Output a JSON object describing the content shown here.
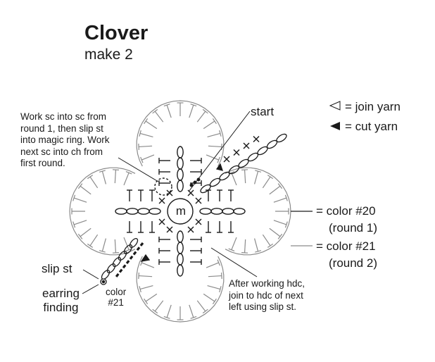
{
  "title": "Clover",
  "subtitle": "make 2",
  "notes": {
    "left": "Work sc into sc from\nround 1, then slip st\ninto magic ring. Work\nnext sc into ch from\nfirst round.",
    "bottom": "After working hdc,\njoin to hdc of next\nleft using slip st."
  },
  "labels": {
    "start": "start",
    "slip_st": "slip st",
    "earring": "earring\nfinding",
    "color_tag": "color\n#21",
    "magic_ring": "m"
  },
  "legend": {
    "join": "= join yarn",
    "cut": "= cut yarn",
    "color20": "= color #20",
    "round1": "(round 1)",
    "color21": "= color #21",
    "round2": "(round 2)"
  },
  "colors": {
    "ink": "#1a1a1a",
    "round2": "#8a8a8a",
    "background": "#ffffff"
  },
  "icons": [
    "open-triangle-join-icon",
    "filled-triangle-cut-icon",
    "magic-ring-icon"
  ]
}
